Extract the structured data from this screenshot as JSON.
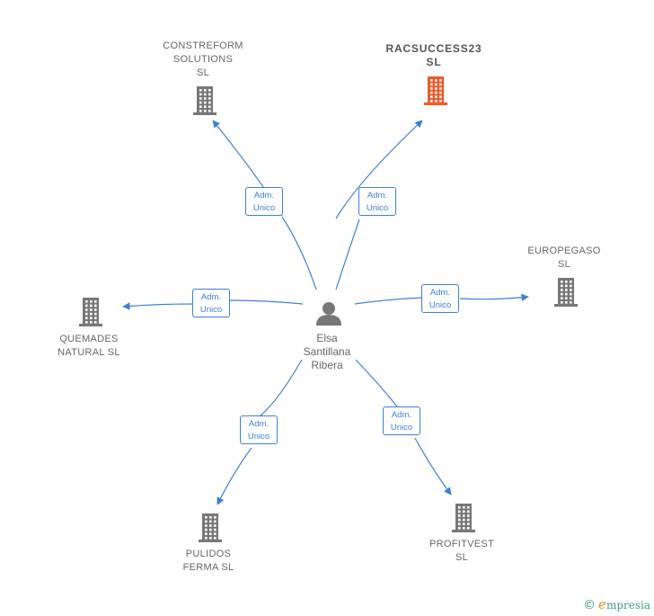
{
  "person": {
    "name": "Elsa\nSantillana\nRibera",
    "icon": "person-icon"
  },
  "companies": [
    {
      "id": "constreform",
      "name": "CONSTREFORM\nSOLUTIONS\nSL",
      "color": "#777777",
      "highlight": false
    },
    {
      "id": "racsuccess",
      "name": "RACSUCCESS23\nSL",
      "color": "#f05a28",
      "highlight": true
    },
    {
      "id": "europegaso",
      "name": "EUROPEGASO\nSL",
      "color": "#777777",
      "highlight": false
    },
    {
      "id": "quemades",
      "name": "QUEMADES\nNATURAL  SL",
      "color": "#777777",
      "highlight": false
    },
    {
      "id": "pulidos",
      "name": "PULIDOS\nFERMA  SL",
      "color": "#777777",
      "highlight": false
    },
    {
      "id": "profitvest",
      "name": "PROFITVEST\nSL",
      "color": "#777777",
      "highlight": false
    }
  ],
  "relations": [
    {
      "to": "constreform",
      "role_line1": "Adm.",
      "role_line2": "Unico"
    },
    {
      "to": "racsuccess",
      "role_line1": "Adm.",
      "role_line2": "Unico"
    },
    {
      "to": "europegaso",
      "role_line1": "Adm.",
      "role_line2": "Unico"
    },
    {
      "to": "quemades",
      "role_line1": "Adm.",
      "role_line2": "Unico"
    },
    {
      "to": "pulidos",
      "role_line1": "Adm.",
      "role_line2": "Unico"
    },
    {
      "to": "profitvest",
      "role_line1": "Adm.",
      "role_line2": "Unico"
    }
  ],
  "edge_color": "#3d7fd9",
  "watermark": {
    "copyright": "©",
    "brand_initial": "e",
    "brand_rest": "mpresia"
  }
}
